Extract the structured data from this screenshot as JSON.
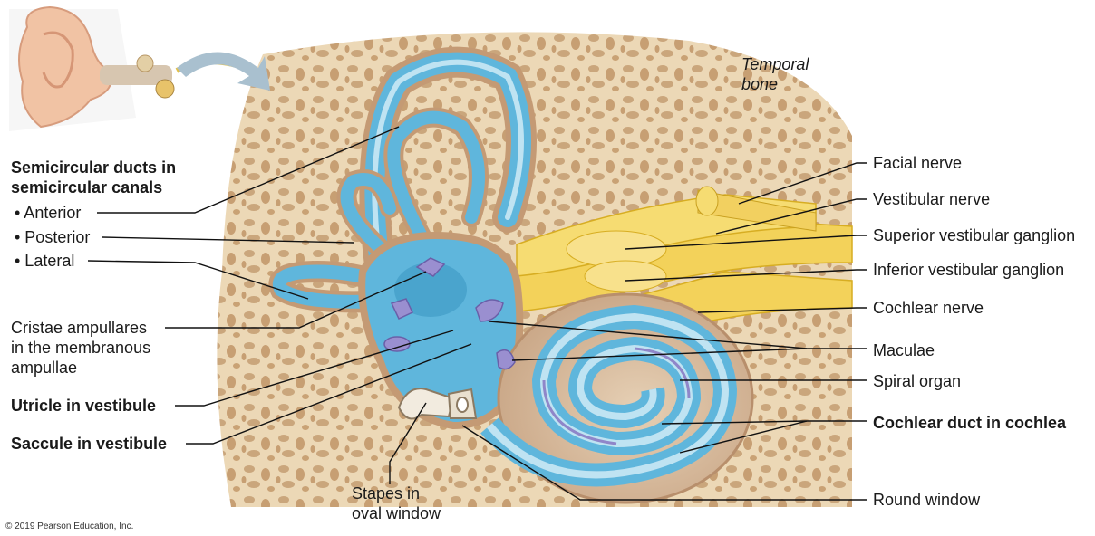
{
  "labels": {
    "temporal_bone_1": "Temporal",
    "temporal_bone_2": "bone",
    "semicircular_title_1": "Semicircular ducts in",
    "semicircular_title_2": "semicircular canals",
    "anterior": "• Anterior",
    "posterior": "• Posterior",
    "lateral": "• Lateral",
    "cristae_1": "Cristae ampullares",
    "cristae_2": "in the membranous",
    "cristae_3": "ampullae",
    "utricle": "Utricle in vestibule",
    "saccule": "Saccule in vestibule",
    "stapes_1": "Stapes in",
    "stapes_2": "oval window",
    "facial_nerve": "Facial nerve",
    "vestibular_nerve": "Vestibular nerve",
    "superior_ganglion": "Superior vestibular ganglion",
    "inferior_ganglion": "Inferior vestibular ganglion",
    "cochlear_nerve": "Cochlear nerve",
    "maculae": "Maculae",
    "spiral_organ": "Spiral organ",
    "cochlear_duct": "Cochlear duct in cochlea",
    "round_window": "Round window"
  },
  "copyright": "© 2019 Pearson Education, Inc.",
  "colors": {
    "bone": "#e9d3b0",
    "bone_pore": "#c9a57a",
    "duct_blue": "#5fb6dc",
    "duct_light": "#bfe3f2",
    "tissue": "#d9b999",
    "nerve": "#f3d25a",
    "crista": "#9a8fd0",
    "leader": "#111111"
  }
}
